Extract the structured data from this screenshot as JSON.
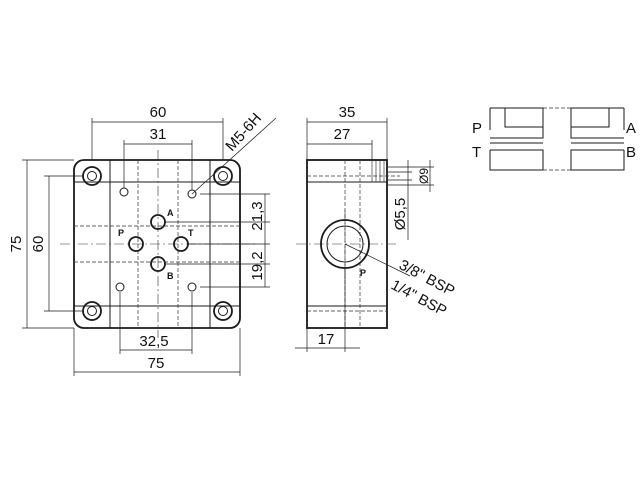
{
  "front_view": {
    "dims": {
      "width_outer": "60",
      "width_inner": "31",
      "thread": "M5-6H",
      "height_outer": "75",
      "height_inner": "60",
      "port_upper": "21,3",
      "port_lower": "19,2",
      "bottom_inner": "32,5",
      "bottom_outer": "75"
    },
    "ports": {
      "a": "A",
      "b": "B",
      "p": "P",
      "t": "T"
    }
  },
  "side_view": {
    "dims": {
      "width_outer": "35",
      "width_inner": "27",
      "dia_small": "Ø9",
      "dia_bore": "Ø5,5",
      "port_large": "3/8\" BSP",
      "port_small": "1/4\" BSP",
      "offset": "17"
    },
    "port": "P"
  },
  "symbol": {
    "p": "P",
    "t": "T",
    "a": "A",
    "b": "B"
  }
}
